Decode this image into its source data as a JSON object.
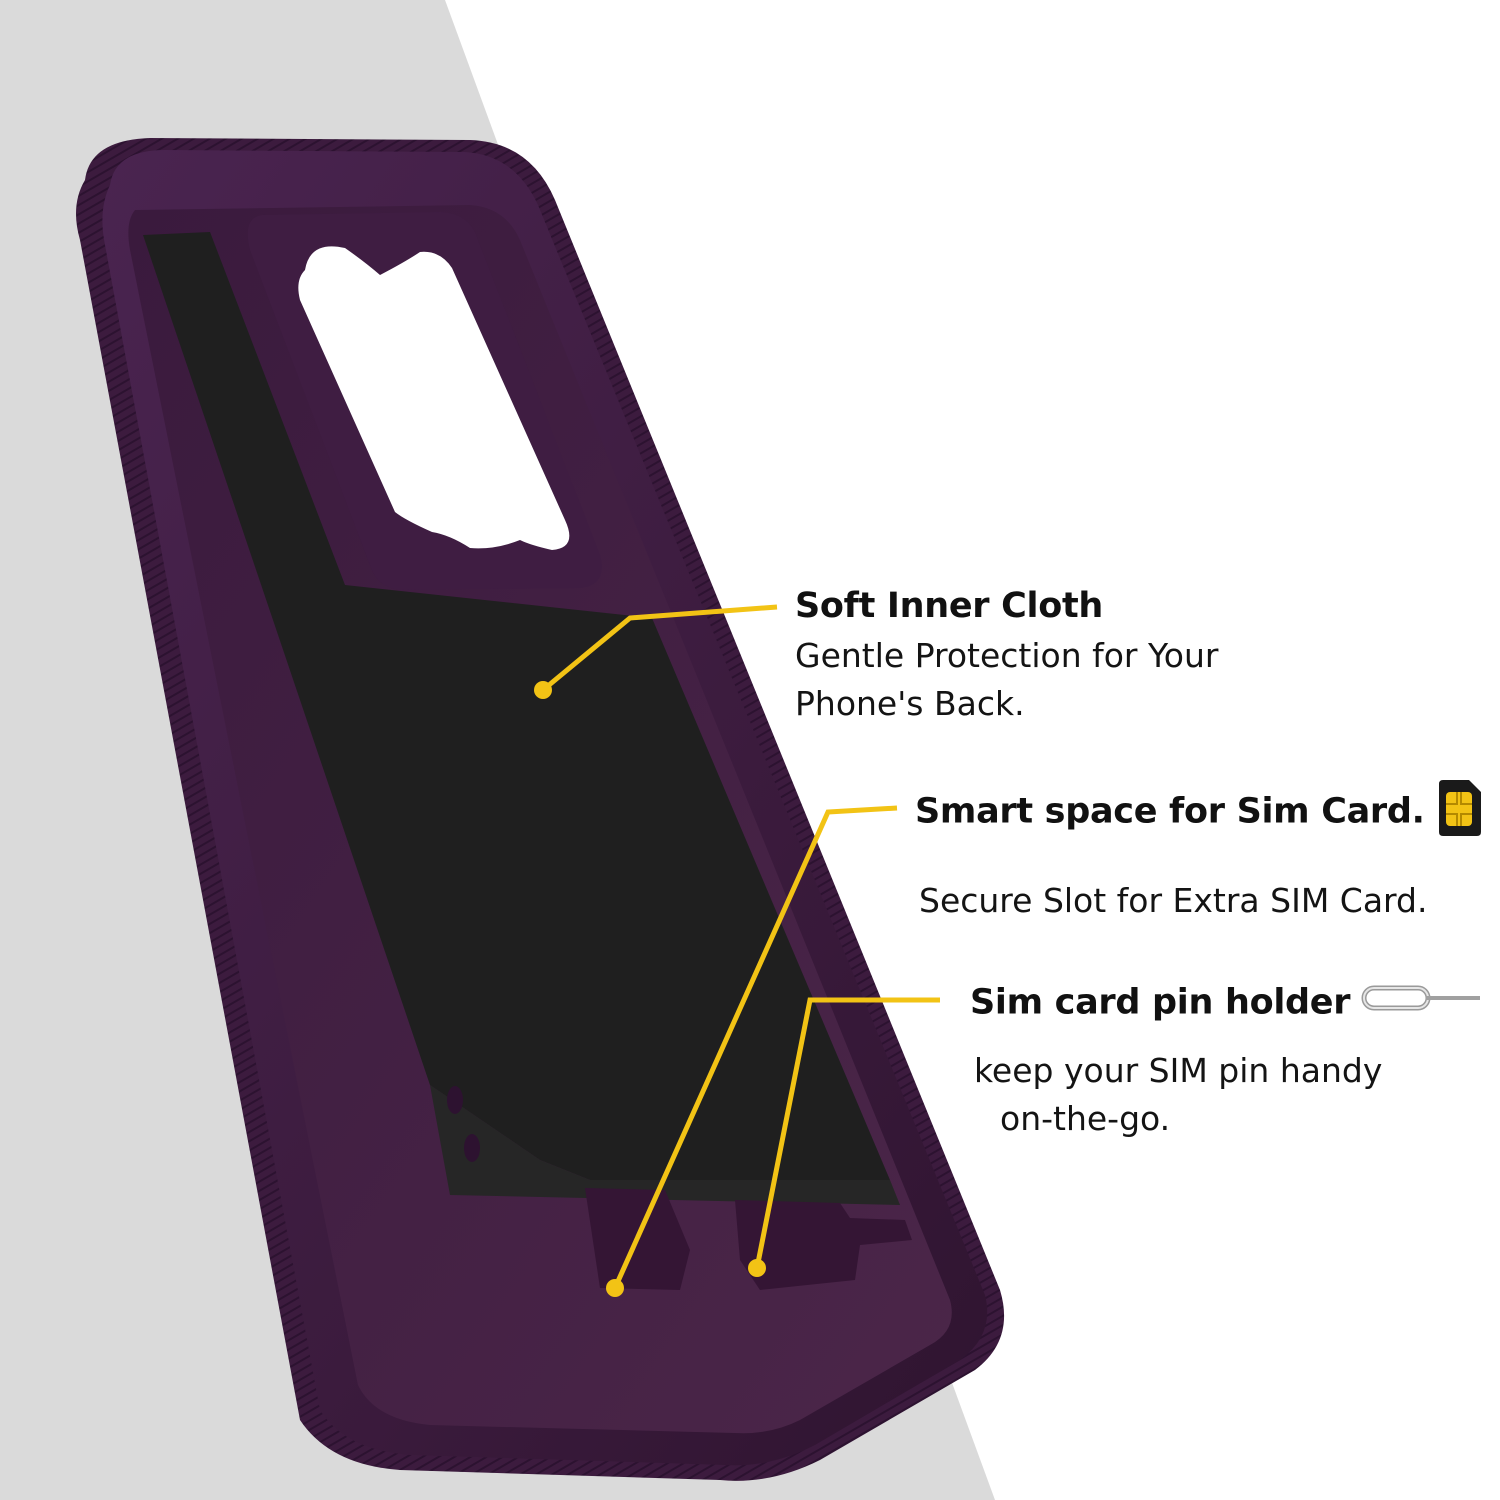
{
  "features": [
    {
      "title": "Soft Inner Cloth",
      "description_lines": [
        "Gentle Protection for Your",
        "Phone's Back."
      ]
    },
    {
      "title": "Smart space for Sim Card.",
      "icon": "sim-card-icon",
      "description_lines": [
        "Secure Slot for Extra SIM Card."
      ]
    },
    {
      "title": "Sim card pin holder",
      "icon": "sim-ejector-pin-icon",
      "description_lines": [
        "keep your SIM pin handy",
        "on-the-go."
      ]
    }
  ],
  "colors": {
    "background_band": "#dadada",
    "case_purple": "#3e1d3f",
    "case_inner": "#4a2548",
    "cloth": "#1f1f1f",
    "callout_yellow": "#f2c315",
    "text": "#111111"
  }
}
